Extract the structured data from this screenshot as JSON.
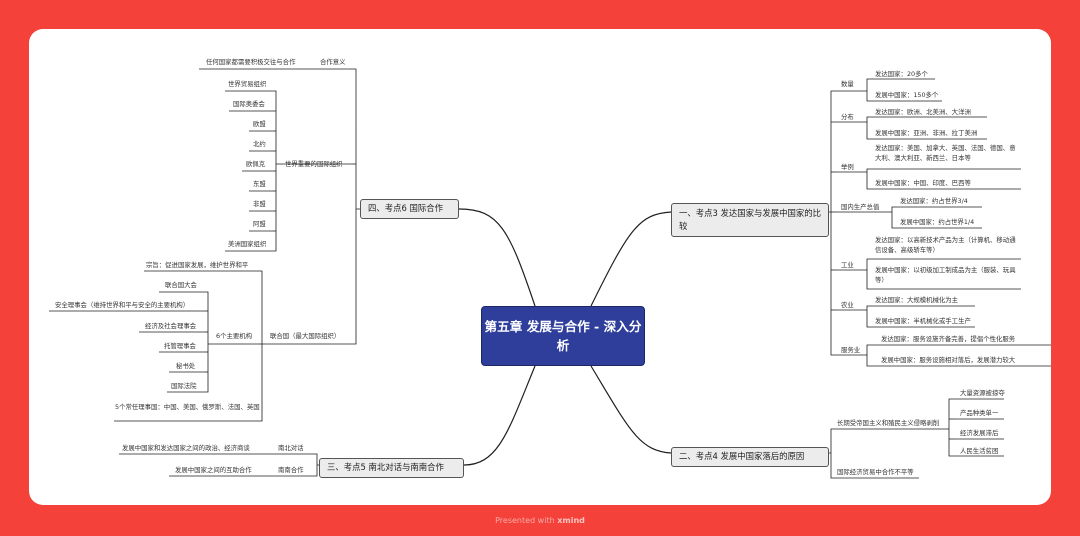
{
  "root": "第五章 发展与合作 - 深入分析",
  "footer": {
    "prefix": "Presented with",
    "brand": "xmind"
  },
  "b1": {
    "title": "一、考点3 发达国家与发展中国家的比较",
    "quantity": "数量",
    "quantity_dev": "发达国家：20多个",
    "quantity_ing": "发展中国家：150多个",
    "distribution": "分布",
    "dist_dev": "发达国家：欧洲、北美洲、大洋洲",
    "dist_ing": "发展中国家：亚洲、非洲、拉丁美洲",
    "examples": "举例",
    "ex_dev": "发达国家：美国、加拿大、英国、法国、德国、意大利、澳大利亚、新西兰、日本等",
    "ex_ing": "发展中国家：中国、印度、巴西等",
    "gdp": "国内生产总值",
    "gdp_dev": "发达国家：约占世界3/4",
    "gdp_ing": "发展中国家：约占世界1/4",
    "industry": "工业",
    "ind_dev": "发达国家：以高新技术产品为主（计算机、移动通信设备、高级轿车等）",
    "ind_ing": "发展中国家：以初级加工制成品为主（服装、玩具等）",
    "agriculture": "农业",
    "agr_dev": "发达国家：大规模机械化为主",
    "agr_ing": "发展中国家：半机械化或手工生产",
    "service": "服务业",
    "srv_dev": "发达国家：服务设施齐备完善，提倡个性化服务",
    "srv_ing": "发展中国家：服务设施相对落后，发展潜力较大"
  },
  "b2": {
    "title": "二、考点4 发展中国家落后的原因",
    "colonial": "长期受帝国主义和殖民主义侵略剥削",
    "c1": "大量资源被掠夺",
    "c2": "产品种类单一",
    "c3": "经济发展滞后",
    "c4": "人民生活贫困",
    "trade": "国际经济贸易中合作不平等"
  },
  "b3": {
    "title": "三、考点5 南北对话与南南合作",
    "ns": "南北对话",
    "ns_desc": "发展中国家和发达国家之间的政治、经济商谈",
    "ss": "南南合作",
    "ss_desc": "发展中国家之间的互助合作"
  },
  "b4": {
    "title": "四、考点6 国际合作",
    "meaning": "合作意义",
    "meaning_desc": "任何国家都需要积极交往与合作",
    "orgs": "世界重要的国际组织",
    "org_list": [
      "世界贸易组织",
      "国际奥委会",
      "欧盟",
      "北约",
      "欧佩克",
      "东盟",
      "非盟",
      "阿盟",
      "美洲国家组织"
    ],
    "un": "联合国（最大国际组织）",
    "purpose": "宗旨：促进国家发展，维护世界和平",
    "organs": "6个主要机构",
    "organ_list": [
      "联合国大会",
      "安全理事会（维持世界和平与安全的主要机构）",
      "经济及社会理事会",
      "托管理事会",
      "秘书处",
      "国际法院"
    ],
    "permanent": "5个常任理事国：中国、美国、俄罗斯、法国、英国"
  }
}
